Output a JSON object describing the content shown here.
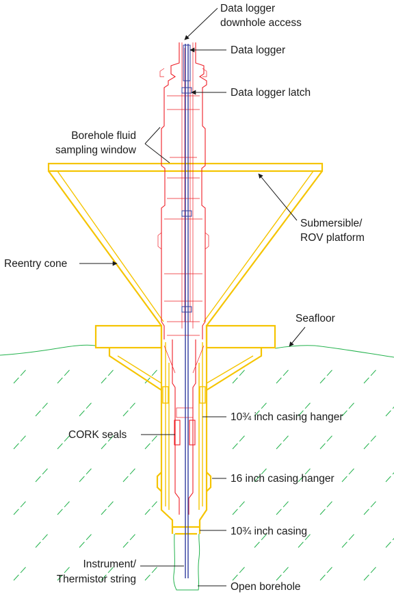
{
  "colors": {
    "structure": "#f5c400",
    "cork_body": "#ee1c25",
    "seafloor": "#22b24c",
    "string": "#2f3b9e"
  },
  "labels": {
    "data_logger_access": [
      "Data logger",
      "downhole access"
    ],
    "data_logger": "Data logger",
    "data_logger_latch": "Data logger latch",
    "sampling_window": [
      "Borehole fluid",
      "sampling window"
    ],
    "rov_platform": [
      "Submersible/",
      "ROV platform"
    ],
    "reentry_cone": "Reentry cone",
    "seafloor": "Seafloor",
    "casing_hanger_10": "10¾ inch casing hanger",
    "cork_seals": "CORK seals",
    "casing_hanger_16": "16 inch casing hanger",
    "casing_10": "10¾ inch casing",
    "instrument_string": [
      "Instrument/",
      "Thermistor string"
    ],
    "open_borehole": "Open borehole"
  }
}
